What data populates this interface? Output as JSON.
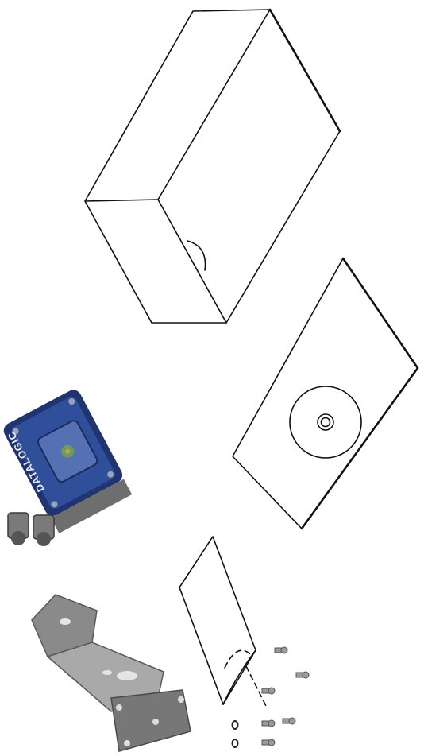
{
  "figure": {
    "brand_label": "DATALOGIC",
    "colors": {
      "line": "#111111",
      "device_blue": "#2f4f9a",
      "device_blue_dark": "#1f3470",
      "device_metal": "#8a8a8a",
      "bracket_grey": "#7d7d7d",
      "bracket_light": "#b5b5b5",
      "hardware_grey": "#9a9a9a"
    },
    "items": [
      {
        "id": "box",
        "icon": "package-box-icon"
      },
      {
        "id": "manual-with-cd",
        "icon": "cd-disc-icon"
      },
      {
        "id": "scanner",
        "icon": "barcode-scanner-icon"
      },
      {
        "id": "sheet-envelope",
        "icon": "envelope-icon"
      },
      {
        "id": "mounting-bracket",
        "icon": "bracket-icon"
      },
      {
        "id": "screws-and-washers",
        "icon": "screw-icon"
      }
    ]
  }
}
